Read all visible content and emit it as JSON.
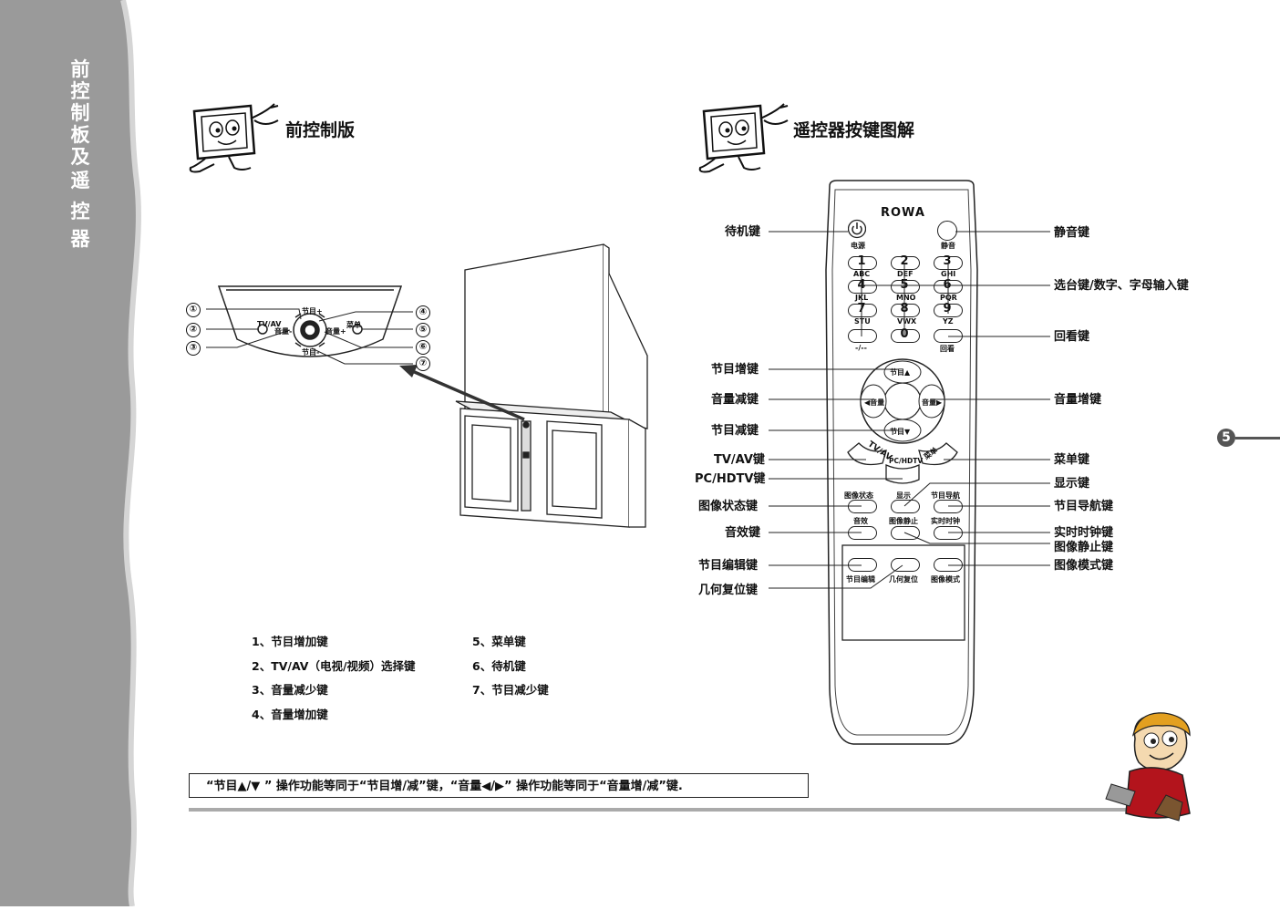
{
  "sidebar": {
    "chars": [
      "前",
      "控",
      "制",
      "板",
      "及",
      "遥",
      "控",
      "器"
    ]
  },
  "left_section": {
    "title": "前控制版"
  },
  "right_section": {
    "title": "遥控器按键图解"
  },
  "front_panel": {
    "callouts": [
      "①",
      "②",
      "③",
      "④",
      "⑤",
      "⑥",
      "⑦"
    ],
    "tiny_labels": {
      "tvav": "TV/AV",
      "menu": "菜单",
      "prog_up": "节目+",
      "vol_down": "音量-",
      "vol_up": "音量+",
      "prog_down": "节目-"
    }
  },
  "legend": {
    "items": [
      "1、节目增加键",
      "2、TV/AV（电视/视频）选择键",
      "3、音量减少键",
      "4、音量增加键",
      "5、菜单键",
      "6、待机键",
      "7、节目减少键"
    ]
  },
  "remote": {
    "brand": "ROWA",
    "power_label": "电源",
    "mute_label": "静音",
    "digits": [
      "1",
      "2",
      "3",
      "4",
      "5",
      "6",
      "7",
      "8",
      "9",
      "0"
    ],
    "letters": [
      "ABC",
      "DEF",
      "GHI",
      "JKL",
      "MNO",
      "PQR",
      "STU",
      "VWX",
      "YZ"
    ],
    "dash_label": "-/--",
    "recall_label": "回看",
    "dpad": {
      "up": "节目▲",
      "down": "节目▼",
      "left": "◀音量",
      "right": "音量▶"
    },
    "arc": {
      "tvav": "TV/AV",
      "pchdtv": "PC/HDTV",
      "menu": "菜单"
    },
    "row1": [
      "图像状态",
      "显示",
      "节目导航"
    ],
    "row2": [
      "音效",
      "图像静止",
      "实时时钟"
    ],
    "row3": [
      "节目编辑",
      "几何复位",
      "图像模式"
    ]
  },
  "remote_left_labels": [
    "待机键",
    "节目增键",
    "音量减键",
    "节目减键",
    "TV/AV键",
    "PC/HDTV键",
    "图像状态键",
    "音效键",
    "节目编辑键",
    "几何复位键"
  ],
  "remote_right_labels": [
    "静音键",
    "选台键/数字、字母输入键",
    "回看键",
    "音量增键",
    "菜单键",
    "显示键",
    "节目导航键",
    "实时时钟键",
    "图像静止键",
    "图像模式键"
  ],
  "note": "“节目▲/▼ ” 操作功能等同于“节目增/减”键，“音量◀/▶” 操作功能等同于“音量增/减”键.",
  "page_number": "5",
  "colors": {
    "sidebar": "#9a9a9a",
    "badge": "#555555",
    "rule": "#aaaaaa"
  }
}
